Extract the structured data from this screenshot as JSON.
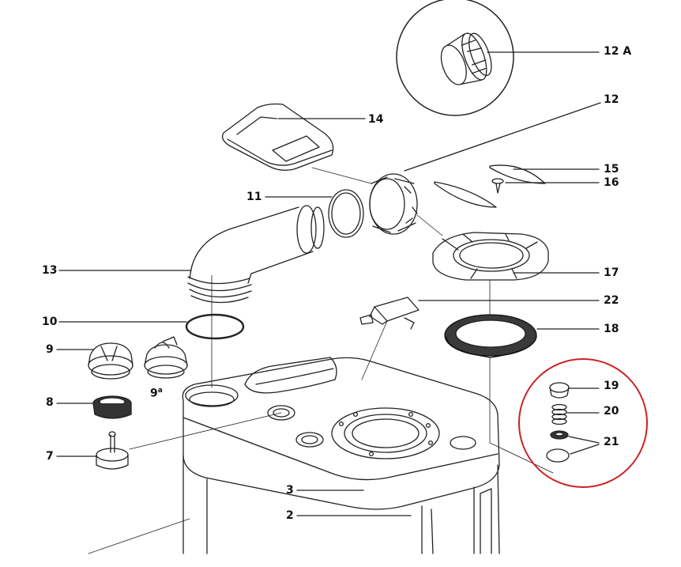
{
  "callouts": {
    "c12a": "12 A",
    "c12": "12",
    "c14": "14",
    "c15": "15",
    "c16": "16",
    "c11": "11",
    "c13": "13",
    "c17": "17",
    "c22": "22",
    "c10": "10",
    "c18": "18",
    "c9": "9",
    "c9a": "9",
    "c9a_sup": "a",
    "c19": "19",
    "c8": "8",
    "c20": "20",
    "c21": "21",
    "c7": "7",
    "c3": "3",
    "c2": "2"
  },
  "colors": {
    "line": "#222222",
    "highlight": "#cc2222",
    "gasket": "#333333"
  }
}
